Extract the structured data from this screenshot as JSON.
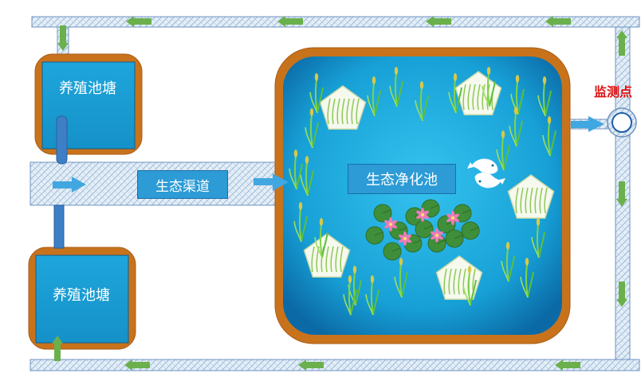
{
  "labels": {
    "pond_top": "养殖池塘",
    "pond_bottom": "养殖池塘",
    "channel": "生态渠道",
    "purification_pool": "生态净化池",
    "monitor_point": "监测点"
  },
  "colors": {
    "water": "#1aa3d6",
    "water_dark": "#0d6fa8",
    "pond_border": "#c8731c",
    "pipe_fill": "#dde9f4",
    "pipe_border": "#6f93c0",
    "flow_arrow": "#6ab04c",
    "inner_arrow": "#41a7e0",
    "label_bg": "#2c9bd6",
    "monitor_text": "#e01010"
  },
  "icons": [
    "flow-arrow-icon",
    "fish-icon",
    "reed-plant-icon",
    "floating-bed-icon",
    "water-lily-icon",
    "monitor-ring-icon"
  ]
}
